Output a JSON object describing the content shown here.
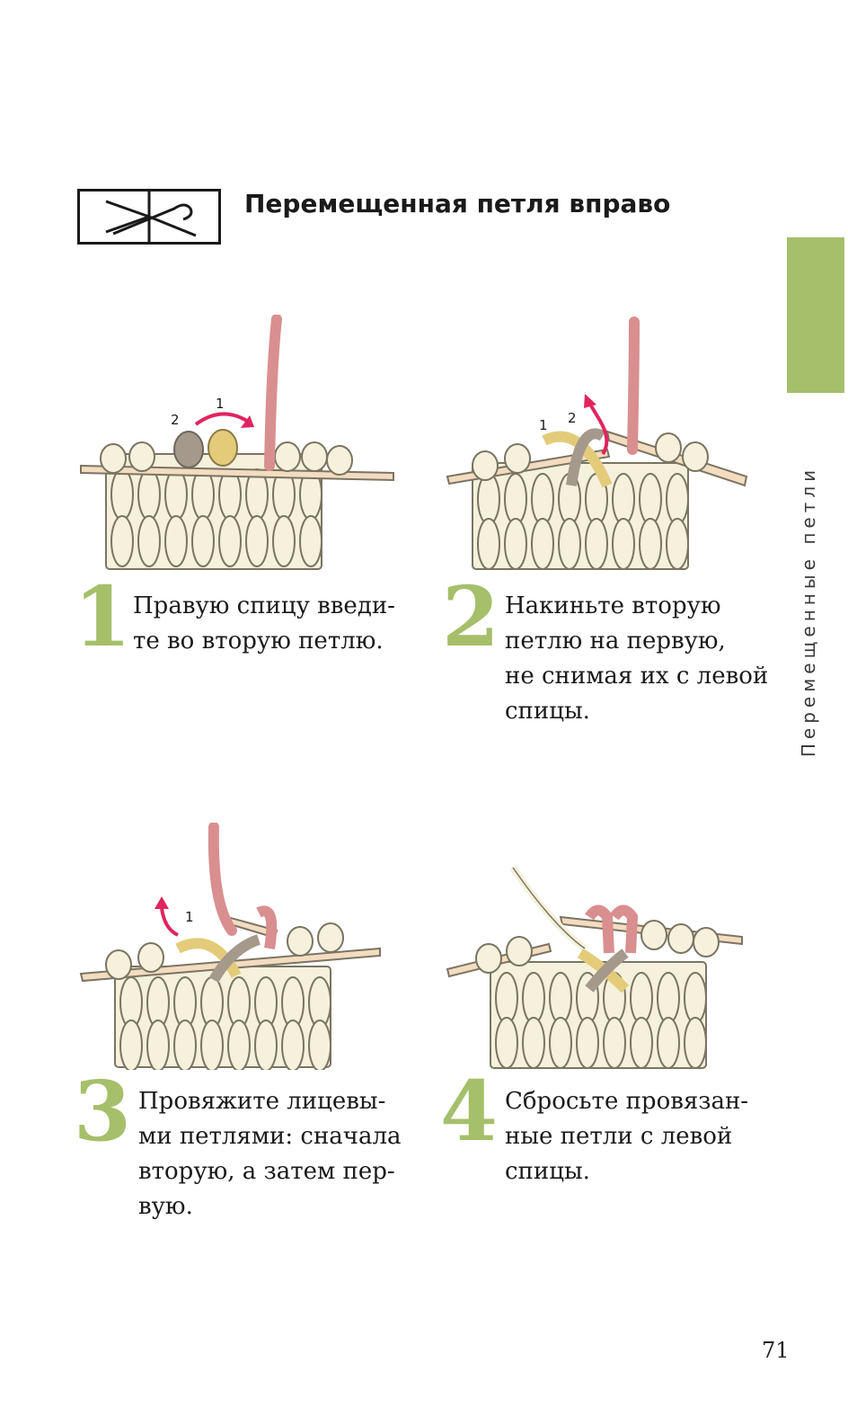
{
  "header": {
    "title": "Перемещенная петля вправо"
  },
  "side_tab": {
    "label": "Перемещенные петли"
  },
  "steps": [
    {
      "number": "1",
      "lines": [
        "Правую спицу введи-",
        "те во вторую петлю."
      ],
      "ann_a": "2",
      "ann_b": "1"
    },
    {
      "number": "2",
      "lines": [
        "Накиньте вторую",
        "петлю на первую,",
        "не снимая их с левой",
        "спицы."
      ],
      "ann_a": "1",
      "ann_b": "2"
    },
    {
      "number": "3",
      "lines": [
        "Провяжите лицевы-",
        "ми петлями: сначала",
        "вторую, а затем пер-",
        "вую."
      ],
      "ann_a": "1"
    },
    {
      "number": "4",
      "lines": [
        "Сбросьте провязан-",
        "ные петли с левой",
        "спицы."
      ]
    }
  ],
  "page_number": "71",
  "colors": {
    "accent_green": "#a5bf6a",
    "arrow_red": "#e0245e",
    "yarn_cream": "#f5f1dc",
    "yarn_pink": "#d98f8f",
    "loop_yellow": "#e3cb7a",
    "loop_gray": "#a5998b"
  },
  "icons": [
    "knitting-chart-symbol-icon",
    "curved-arrow-icon"
  ]
}
